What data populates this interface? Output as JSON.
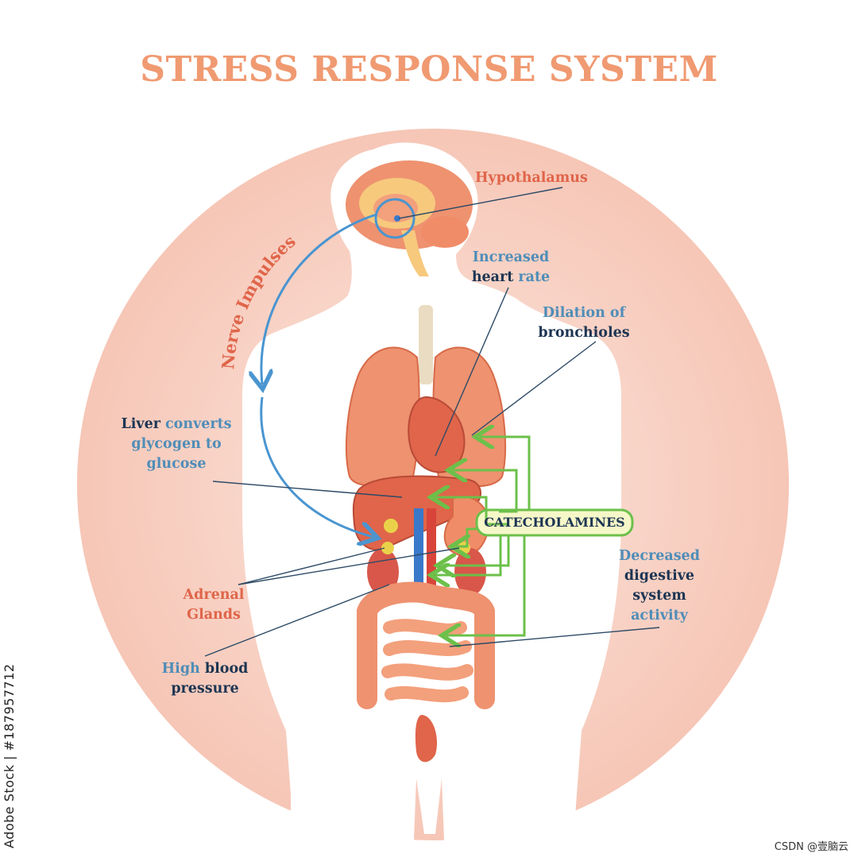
{
  "title": "STRESS RESPONSE SYSTEM",
  "labels": {
    "hypothalamus": "Hypothalamus",
    "nerve_impulses": "Nerve Impulses",
    "heart_rate": {
      "line1": "Increased",
      "line2_a": "heart",
      "line2_b": " rate"
    },
    "bronchioles": {
      "line1": "Dilation of",
      "line2": "bronchioles"
    },
    "liver": {
      "line1_a": "Liver",
      "line1_b": " converts",
      "line2": "glycogen to",
      "line3": "glucose"
    },
    "catecholamines": "CATECHOLAMINES",
    "adrenal": {
      "line1": "Adrenal",
      "line2": "Glands"
    },
    "digestive": {
      "line1": "Decreased",
      "line2": "digestive",
      "line3": "system",
      "line4": "activity"
    },
    "blood_pressure": {
      "line1_a": "High",
      "line1_b": " blood",
      "line2": "pressure"
    }
  },
  "watermark_side": "Adobe Stock | #187957712",
  "credit": "CSDN @壹脑云",
  "colors": {
    "title": "#f09a72",
    "label_orange": "#e0654a",
    "label_blue": "#4f8db8",
    "label_navy": "#1d3553",
    "nerve_arrow": "#4a95d0",
    "hormone_arrow": "#6cc04a",
    "hormone_box_fill": "#f6f7c8",
    "circle_bg": "#f7cfc2",
    "body_silhouette": "#ffffff",
    "organ": "#ee8f6b",
    "organ_dark": "#d86a48",
    "vein": "#3a78c9",
    "artery": "#d9443a"
  }
}
